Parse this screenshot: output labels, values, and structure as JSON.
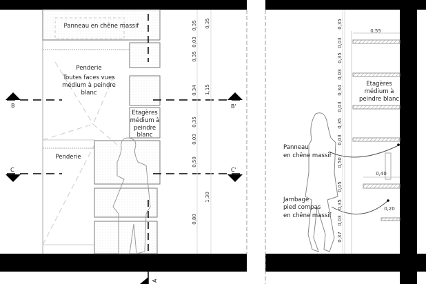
{
  "left_elevation": {
    "labels": {
      "panel": "Panneau en chêne massif",
      "penderie_top": [
        "Penderie",
        "Toutes faces vues",
        "médium à peindre",
        "blanc"
      ],
      "etageres": [
        "Etagères",
        "médium à",
        "peindre",
        "blanc"
      ],
      "penderie_bottom": "Penderie"
    },
    "dimensions_inner": [
      "0,35",
      "0,03",
      "0,35",
      "0,34",
      "0,35",
      "0,03",
      "0,50",
      "0,80"
    ],
    "dimensions_outer": [
      "0,35",
      "1,15",
      "1,30"
    ],
    "section_marks": {
      "b": "B",
      "b_prime": "B'",
      "c": "C",
      "c_prime": "C'",
      "a": "A"
    }
  },
  "right_section": {
    "dimensions": [
      "0,35",
      "0,03",
      "0,35",
      "0,03",
      "0,34",
      "0,03",
      "0,35",
      "0,03",
      "0,50",
      "0,05",
      "0,35",
      "0,03",
      "0,37"
    ],
    "widths": {
      "top": "0,55",
      "middle": "0,40",
      "bottom": "0,20"
    },
    "labels": {
      "etageres": [
        "Etagères",
        "médium à",
        "peindre blanc"
      ],
      "panneau": [
        "Panneau",
        "en chêne massif"
      ],
      "jambage": [
        "Jambage",
        "pied compas",
        "en chêne massif"
      ]
    }
  }
}
